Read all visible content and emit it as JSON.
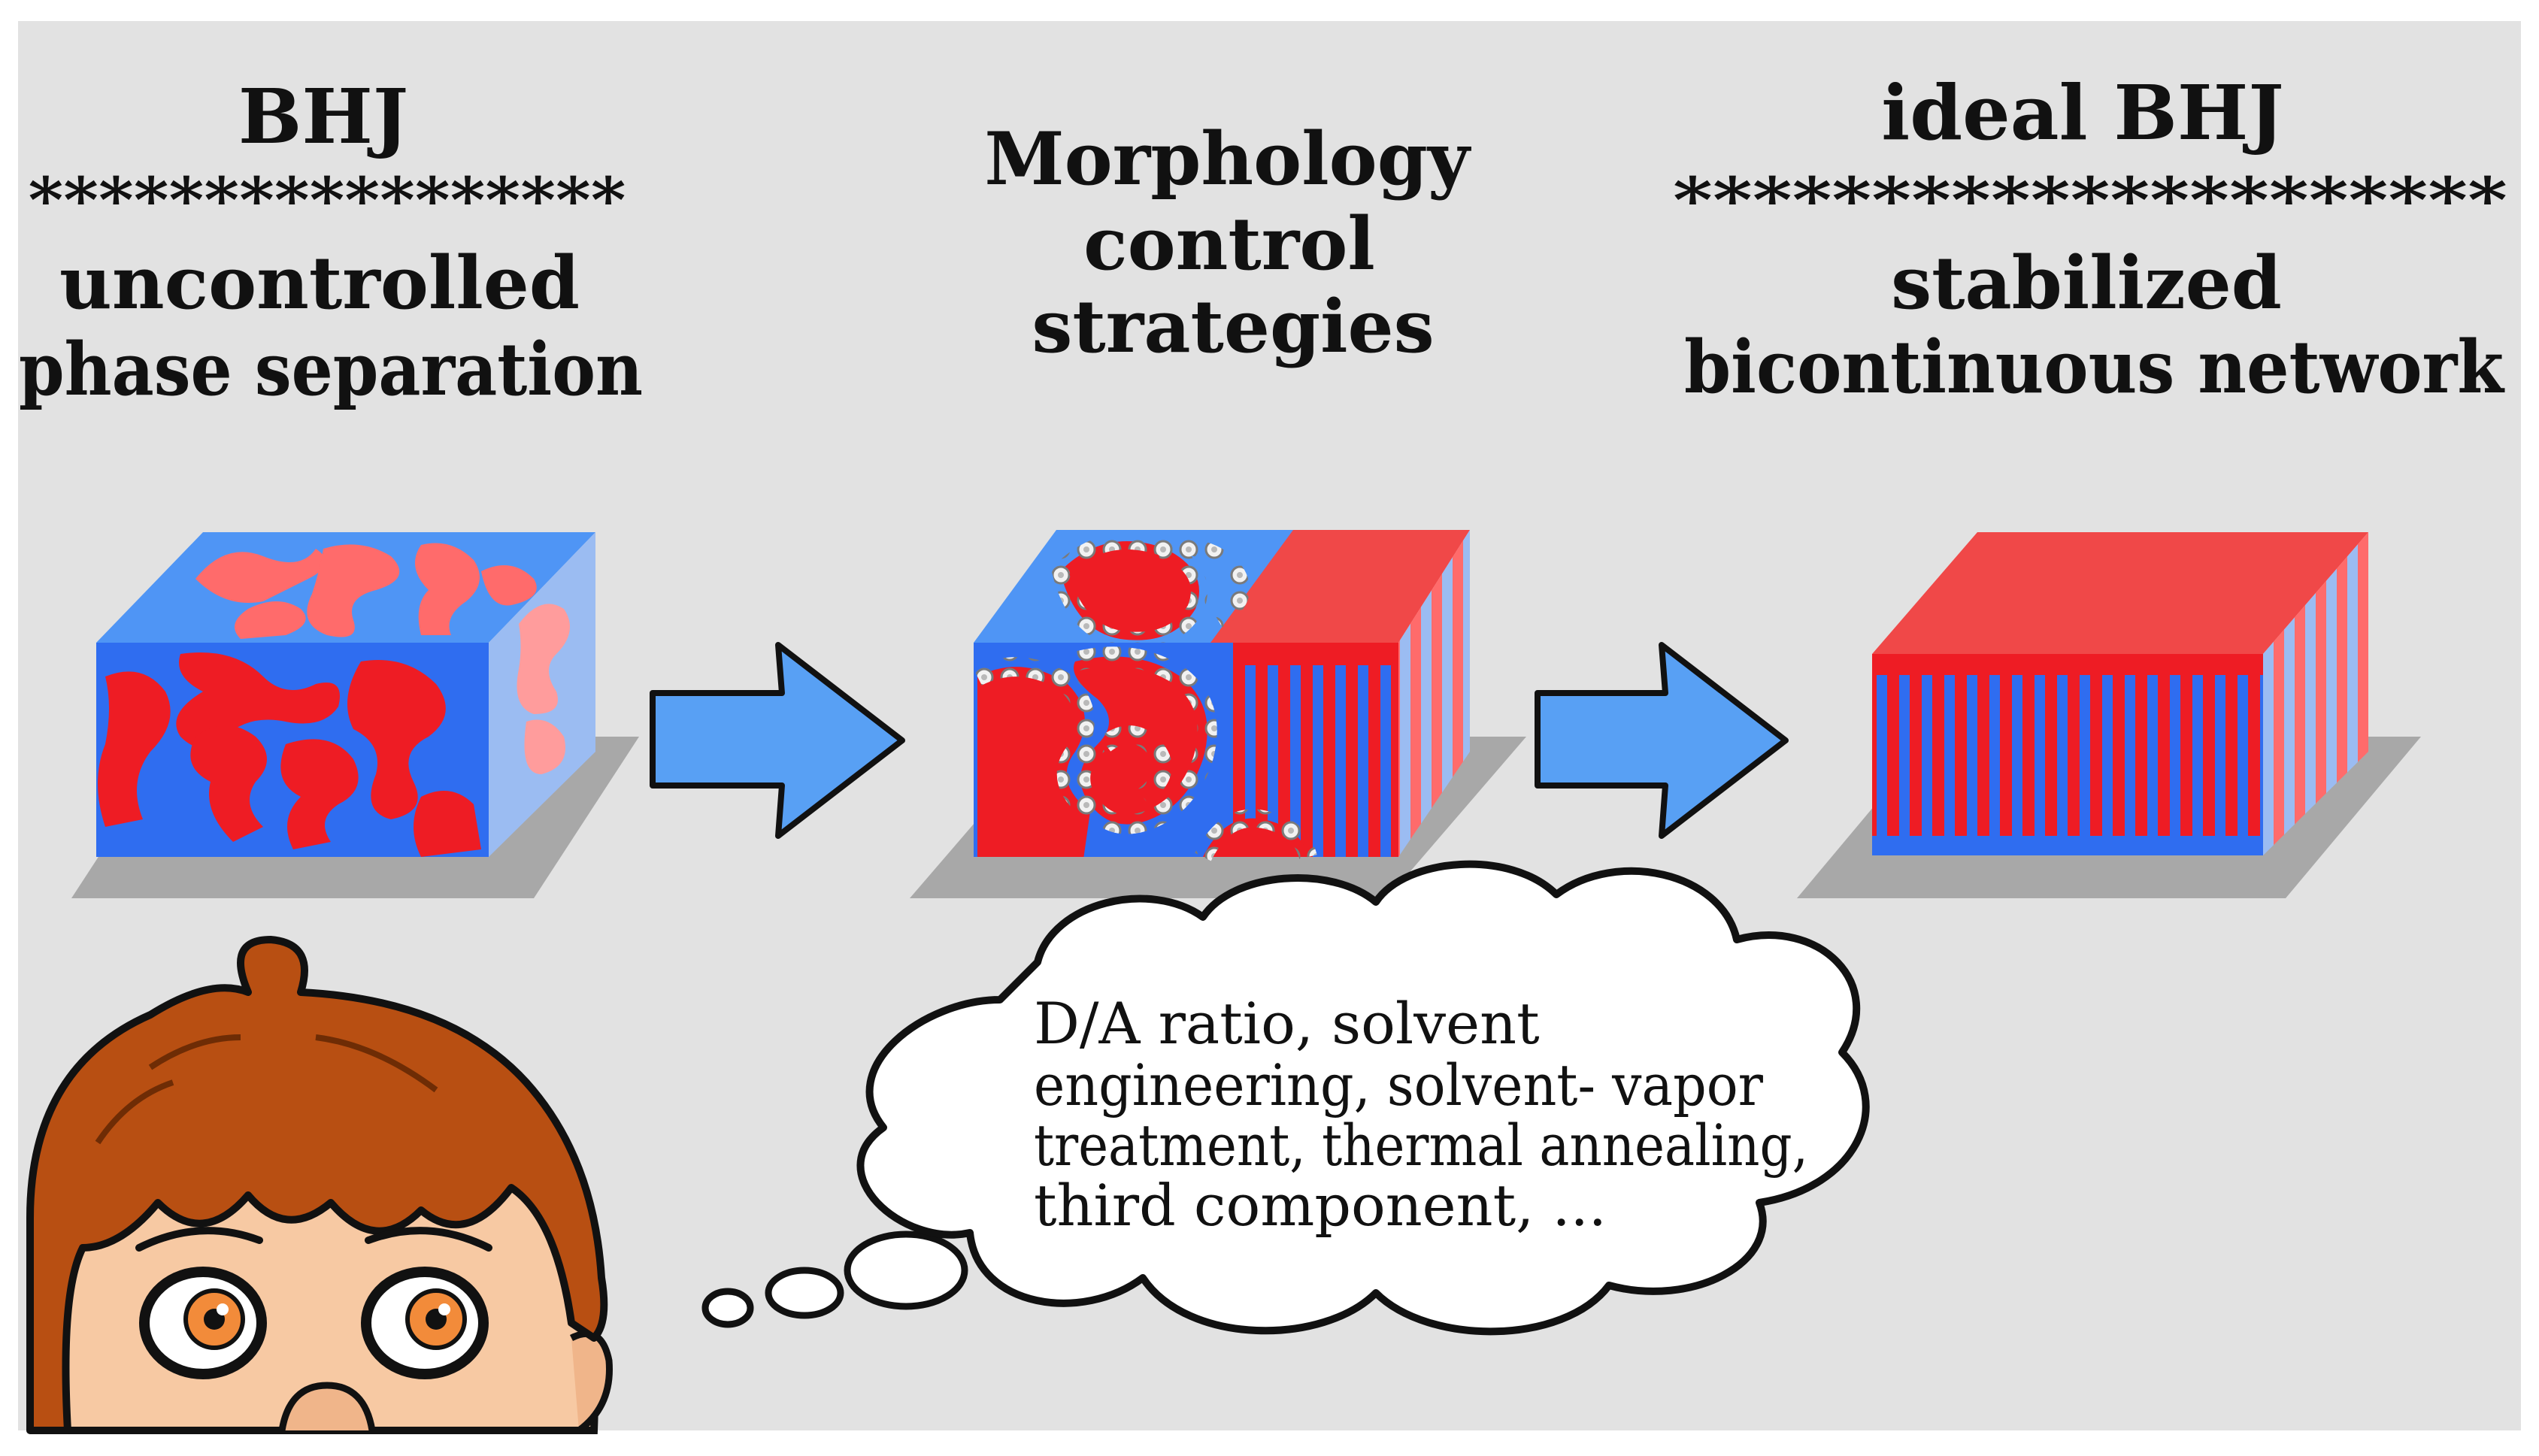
{
  "panels": [
    {
      "heading": "BHJ",
      "stars": "*****************",
      "caption_line1": "uncontrolled",
      "caption_line2": "phase separation"
    },
    {
      "heading_line1": "Morphology",
      "heading_line2": "control",
      "heading_line3": "strategies"
    },
    {
      "heading": "ideal BHJ",
      "stars": "*********************",
      "caption_line1": "stabilized",
      "caption_line2": "bicontinuous network"
    }
  ],
  "thought_bubble": {
    "line1": "D/A ratio, solvent",
    "line2": "engineering, solvent- vapor",
    "line3": "treatment, thermal annealing,",
    "line4": "third component, ..."
  },
  "colors": {
    "background": "#e2e2e2",
    "donor_blue": "#2f6df0",
    "blue_top": "#4f95f5",
    "blue_side": "#9bbcf2",
    "acceptor_red": "#ee1c24",
    "red_light": "#ff6b6b",
    "red_top": "#f04848",
    "arrow_blue": "#58a0f4",
    "shadow": "#a8a8a8",
    "hair": "#b84f12",
    "skin": "#f7c9a3"
  },
  "icons": [
    "arrow-right-icon",
    "thought-bubble-icon",
    "character-face-icon"
  ]
}
